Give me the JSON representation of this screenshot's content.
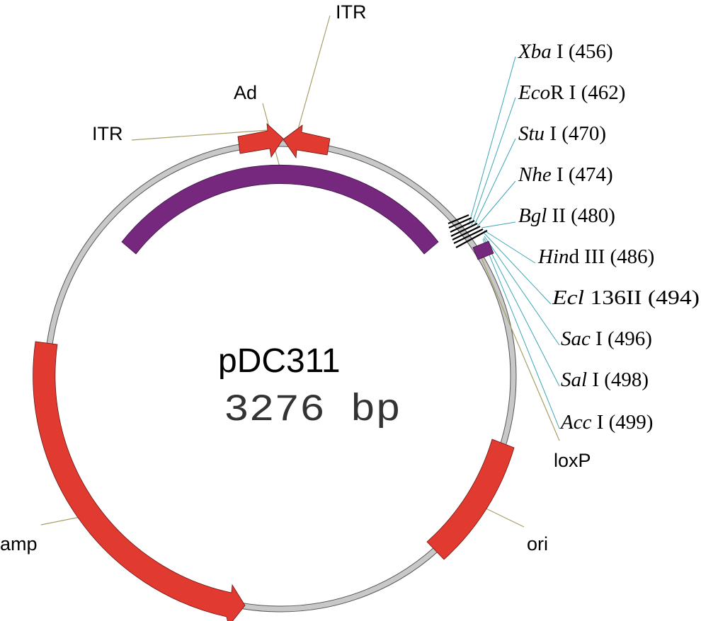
{
  "plasmid": {
    "name": "pDC311",
    "size": "3276 bp"
  },
  "features": {
    "itr_top": "ITR",
    "ad": "Ad",
    "itr_left": "ITR",
    "loxp": "loxP",
    "amp": "amp",
    "ori": "ori"
  },
  "restriction_sites": [
    {
      "italic": "Xba",
      "rest": " I (456)"
    },
    {
      "italic": "Eco",
      "rest": "R I (462)"
    },
    {
      "italic": "Stu",
      "rest": " I (470)"
    },
    {
      "italic": "Nhe",
      "rest": " I (474)"
    },
    {
      "italic": "Bgl",
      "rest": " II (480)"
    },
    {
      "italic": "Hin",
      "rest": "d III (486)"
    },
    {
      "italic": "Ecl",
      "rest": " 136II (494)"
    },
    {
      "italic": "Sac",
      "rest": " I (496)"
    },
    {
      "italic": "Sal",
      "rest": " I (498)"
    },
    {
      "italic": "Acc",
      "rest": " I (499)"
    }
  ],
  "colors": {
    "backbone": "#c8c8c8",
    "feature_red": "#e03a31",
    "feature_purple": "#76287f",
    "leader_olive": "#a7a068",
    "leader_teal": "#3aa6b4"
  }
}
